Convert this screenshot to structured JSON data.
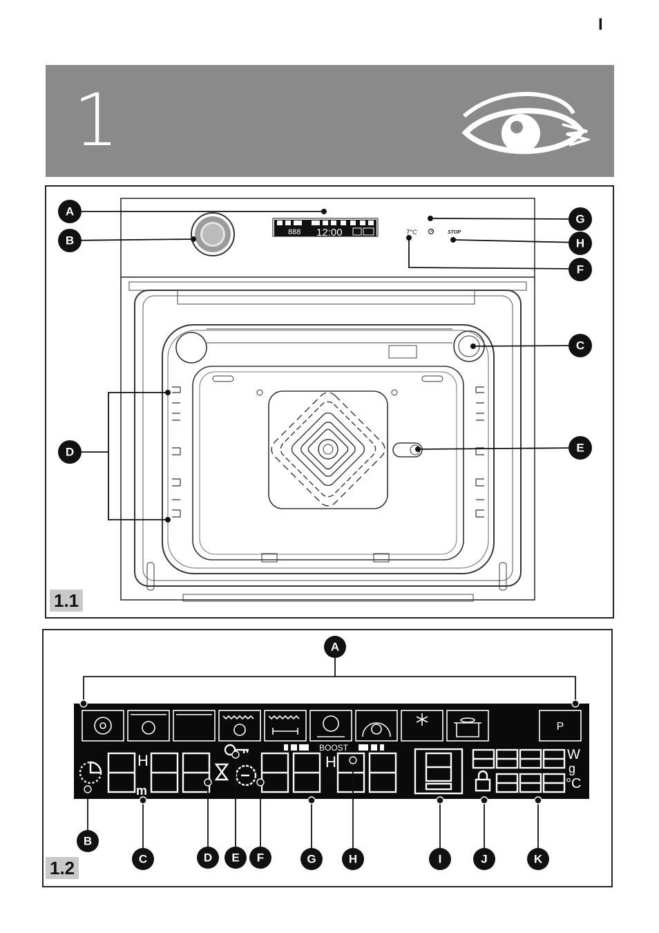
{
  "header": {
    "page_marker": "I",
    "chapter_number": "1",
    "eye_icon": "eye-icon"
  },
  "figure_1_1": {
    "label": "1.1",
    "callouts": [
      "A",
      "B",
      "C",
      "D",
      "E",
      "F",
      "G",
      "H"
    ],
    "control_labels": {
      "temperature": "T°C",
      "clock_icon": "clock-icon",
      "stop": "STOP"
    },
    "mini_display": {
      "time": "12:00",
      "digits": "888"
    }
  },
  "figure_1_2": {
    "label": "1.2",
    "callouts": [
      "A",
      "B",
      "C",
      "D",
      "E",
      "F",
      "G",
      "H",
      "I",
      "J",
      "K"
    ],
    "display": {
      "boost": "BOOST",
      "hour_marker_1": "H",
      "minute_marker": "m",
      "hour_marker_2": "H",
      "programme_key": "P",
      "units": [
        "W",
        "g",
        "°C"
      ]
    },
    "function_icons": [
      "fan-bake-icon",
      "fan-small-icon",
      "empty-oven-icon",
      "fan-grill-icon",
      "grill-icon",
      "fan-bottom-icon",
      "fan-dome-icon",
      "defrost-icon",
      "pot-icon"
    ]
  }
}
